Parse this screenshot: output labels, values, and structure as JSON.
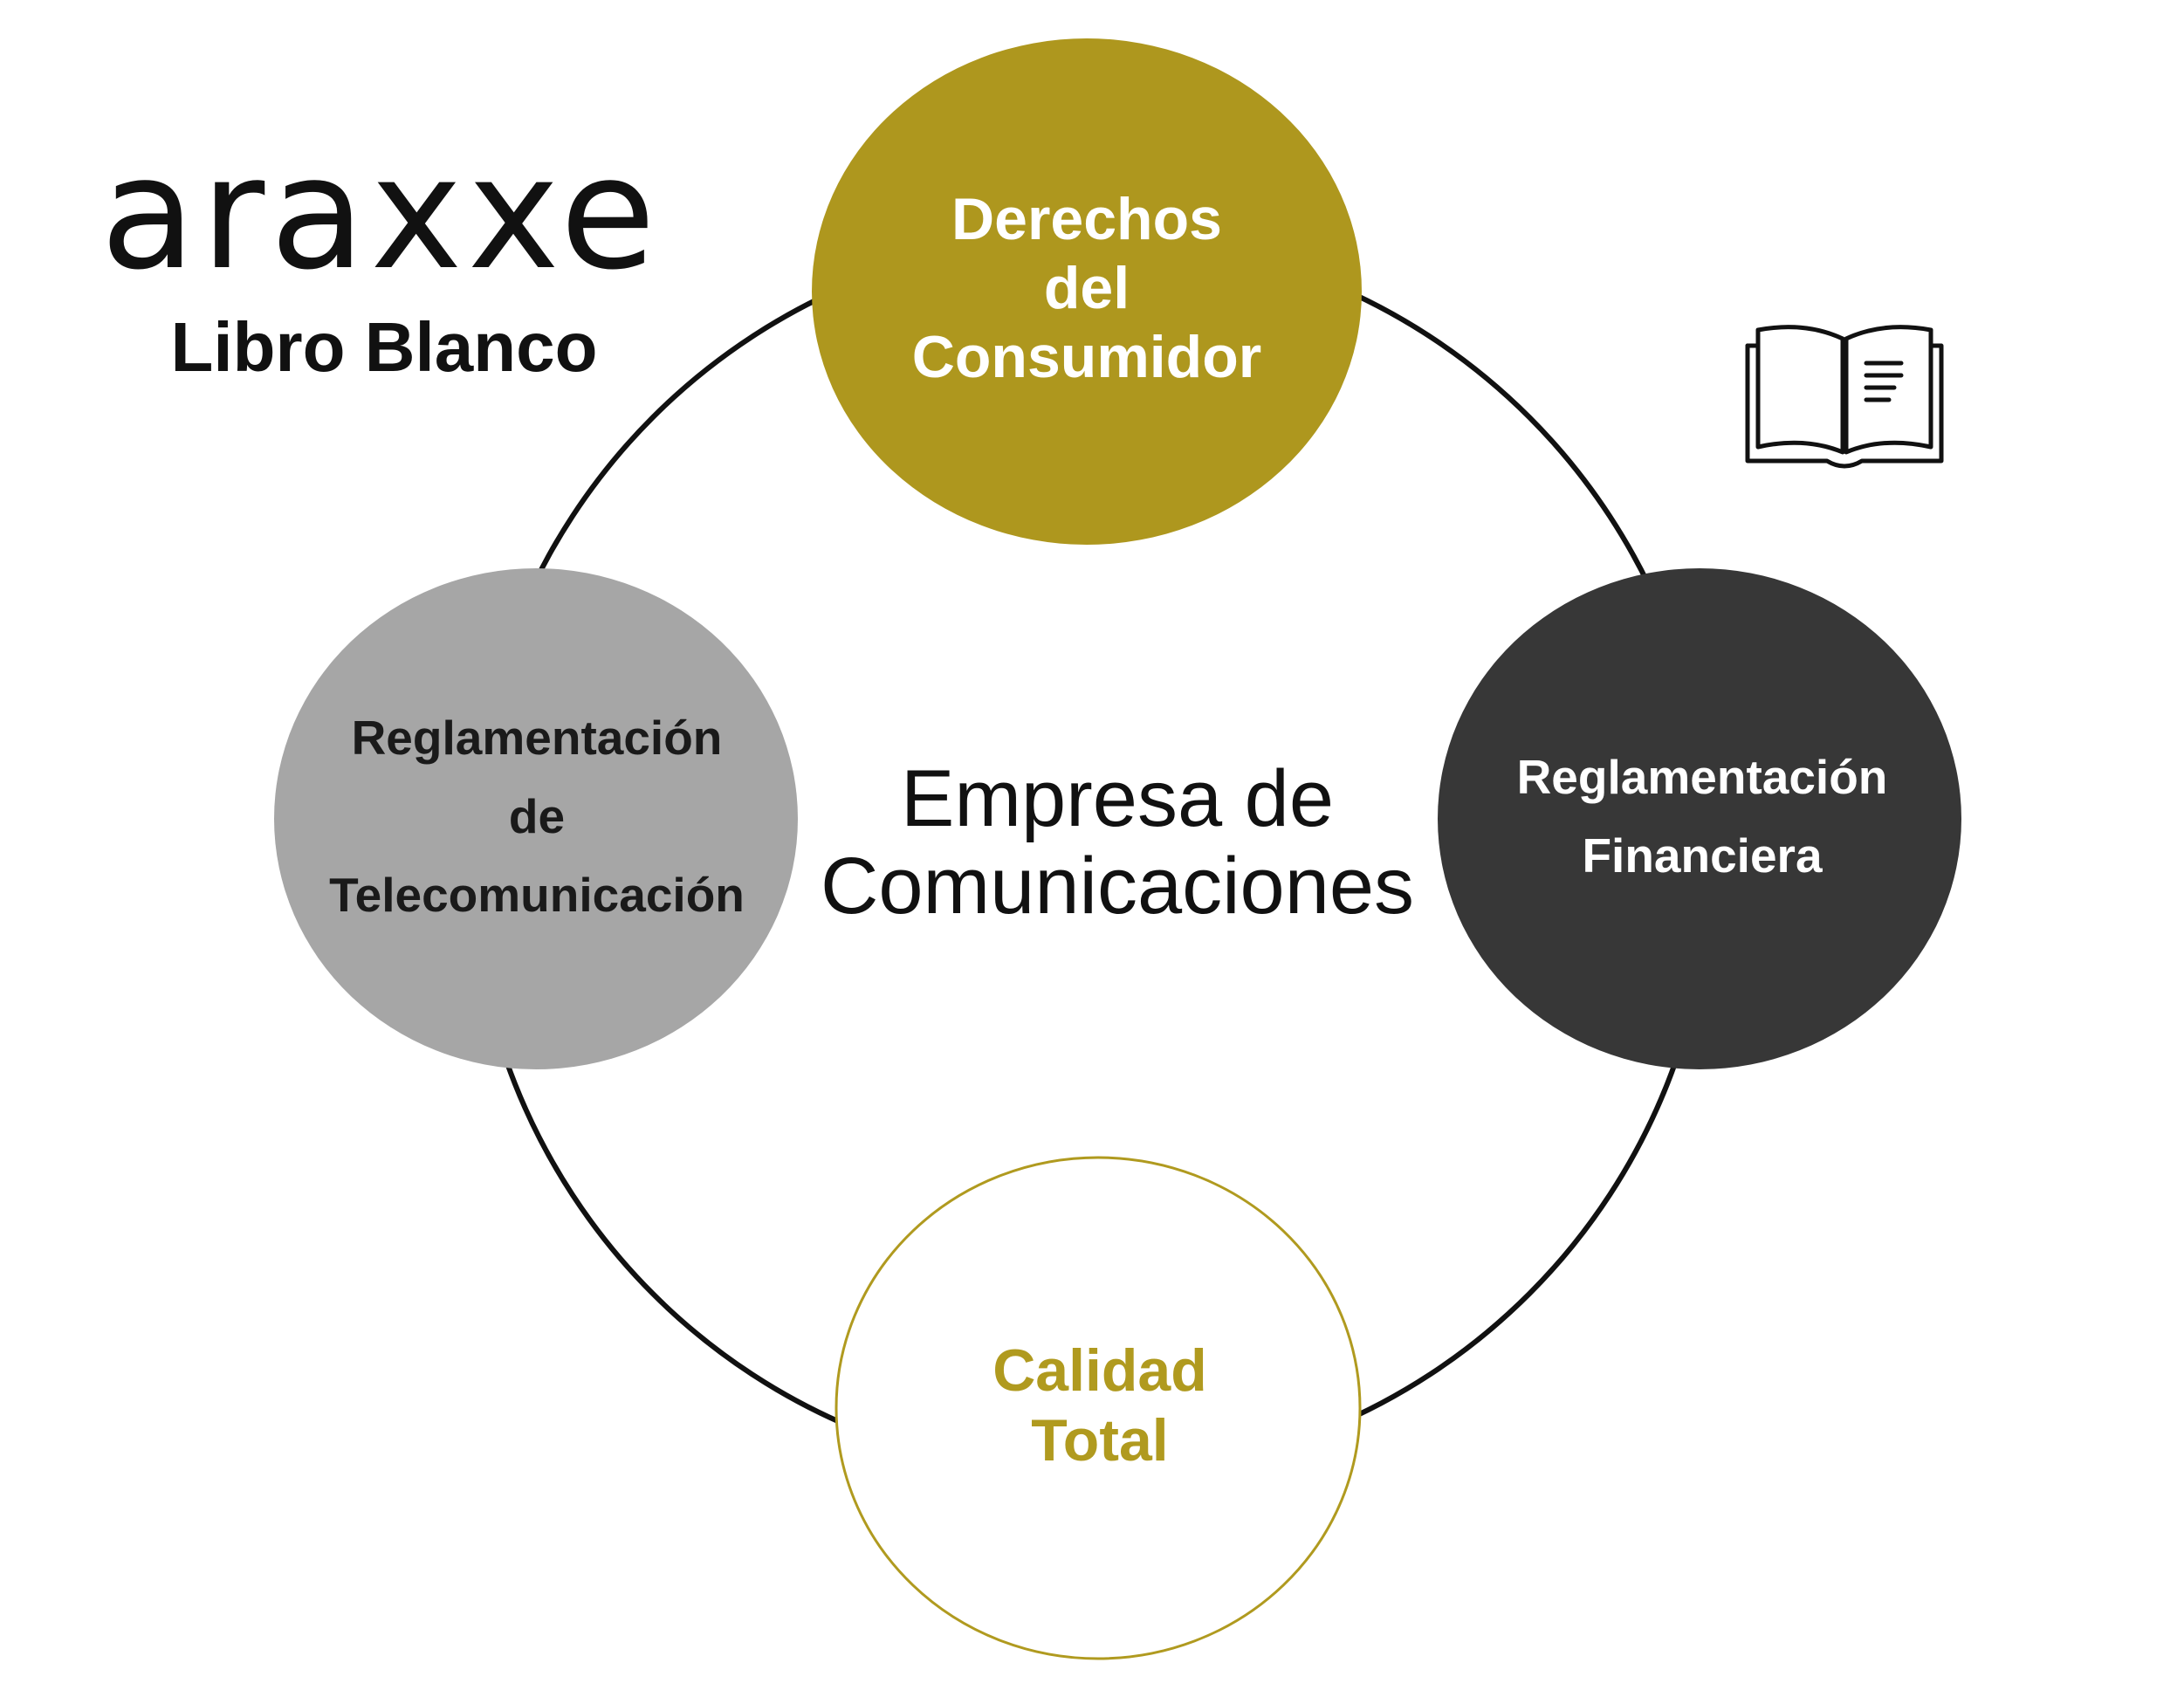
{
  "brand": {
    "logo_text": "araxxe",
    "subtitle": "Libro Blanco"
  },
  "center": {
    "line1": "Empresa de",
    "line2": "Comunicaciones"
  },
  "nodes": [
    {
      "id": "derechos",
      "lines": [
        "Derechos",
        "del",
        "Consumidor"
      ],
      "fill": "#ae971e",
      "text_color": "#ffffff"
    },
    {
      "id": "telecom",
      "lines": [
        "Reglamentación",
        "de",
        "Telecomunicación"
      ],
      "fill": "#a6a6a6",
      "text_color": "#1a1a1a"
    },
    {
      "id": "financiera",
      "lines": [
        "Reglamentación",
        "Financiera"
      ],
      "fill": "#373737",
      "text_color": "#ffffff"
    },
    {
      "id": "calidad",
      "lines": [
        "Calidad",
        "Total"
      ],
      "fill": "#ffffff",
      "outline": "#b09a1f",
      "text_color": "#b09a1f"
    }
  ],
  "icons": {
    "book": "open-book-icon"
  },
  "colors": {
    "gold": "#ae971e",
    "grey": "#a6a6a6",
    "dark": "#373737",
    "ring": "#111111"
  }
}
